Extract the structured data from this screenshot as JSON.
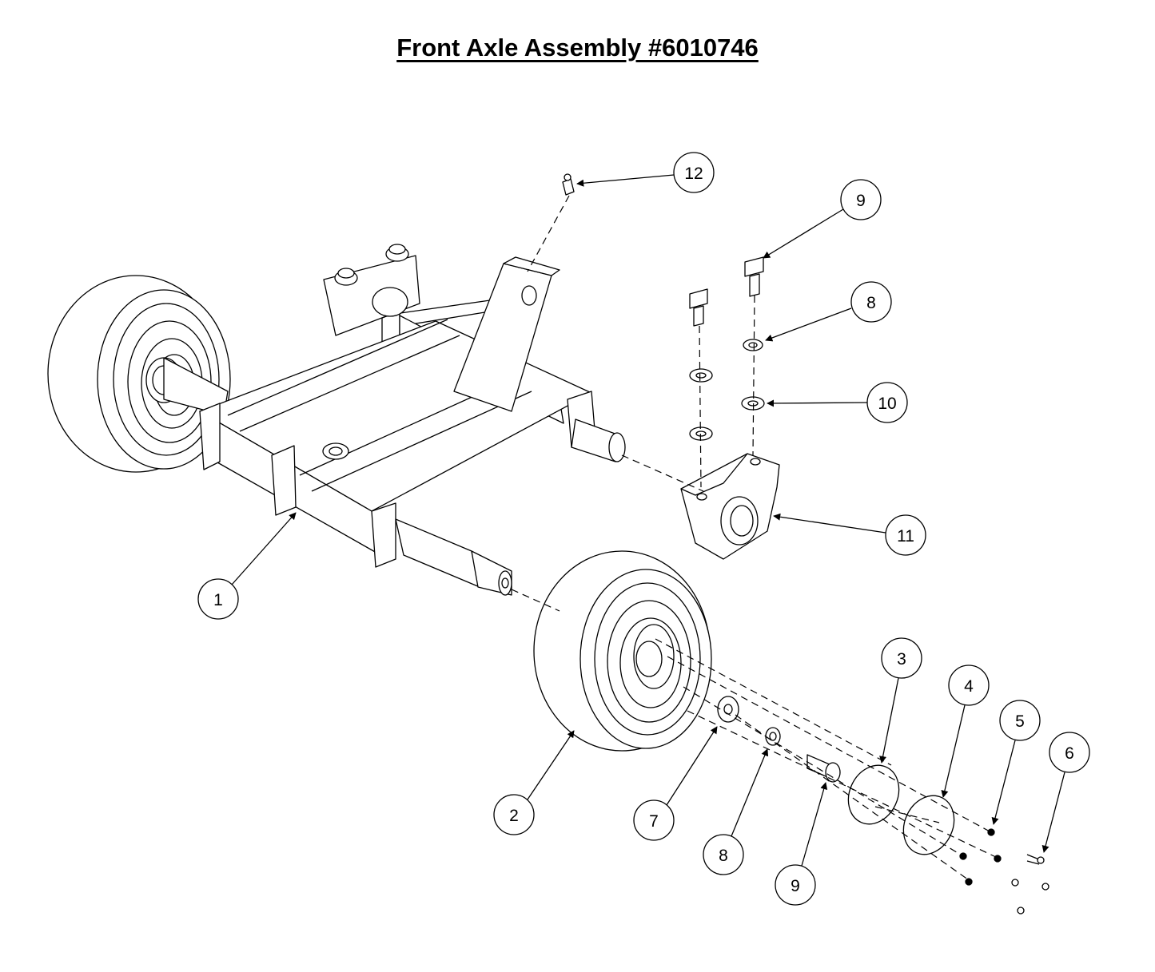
{
  "title": "Front Axle Assembly #6010746",
  "callouts": [
    {
      "id": "c12",
      "label": "12"
    },
    {
      "id": "c9a",
      "label": "9"
    },
    {
      "id": "c8a",
      "label": "8"
    },
    {
      "id": "c10",
      "label": "10"
    },
    {
      "id": "c11",
      "label": "11"
    },
    {
      "id": "c1",
      "label": "1"
    },
    {
      "id": "c2",
      "label": "2"
    },
    {
      "id": "c7",
      "label": "7"
    },
    {
      "id": "c8b",
      "label": "8"
    },
    {
      "id": "c9b",
      "label": "9"
    },
    {
      "id": "c3",
      "label": "3"
    },
    {
      "id": "c4",
      "label": "4"
    },
    {
      "id": "c5",
      "label": "5"
    },
    {
      "id": "c6",
      "label": "6"
    }
  ]
}
